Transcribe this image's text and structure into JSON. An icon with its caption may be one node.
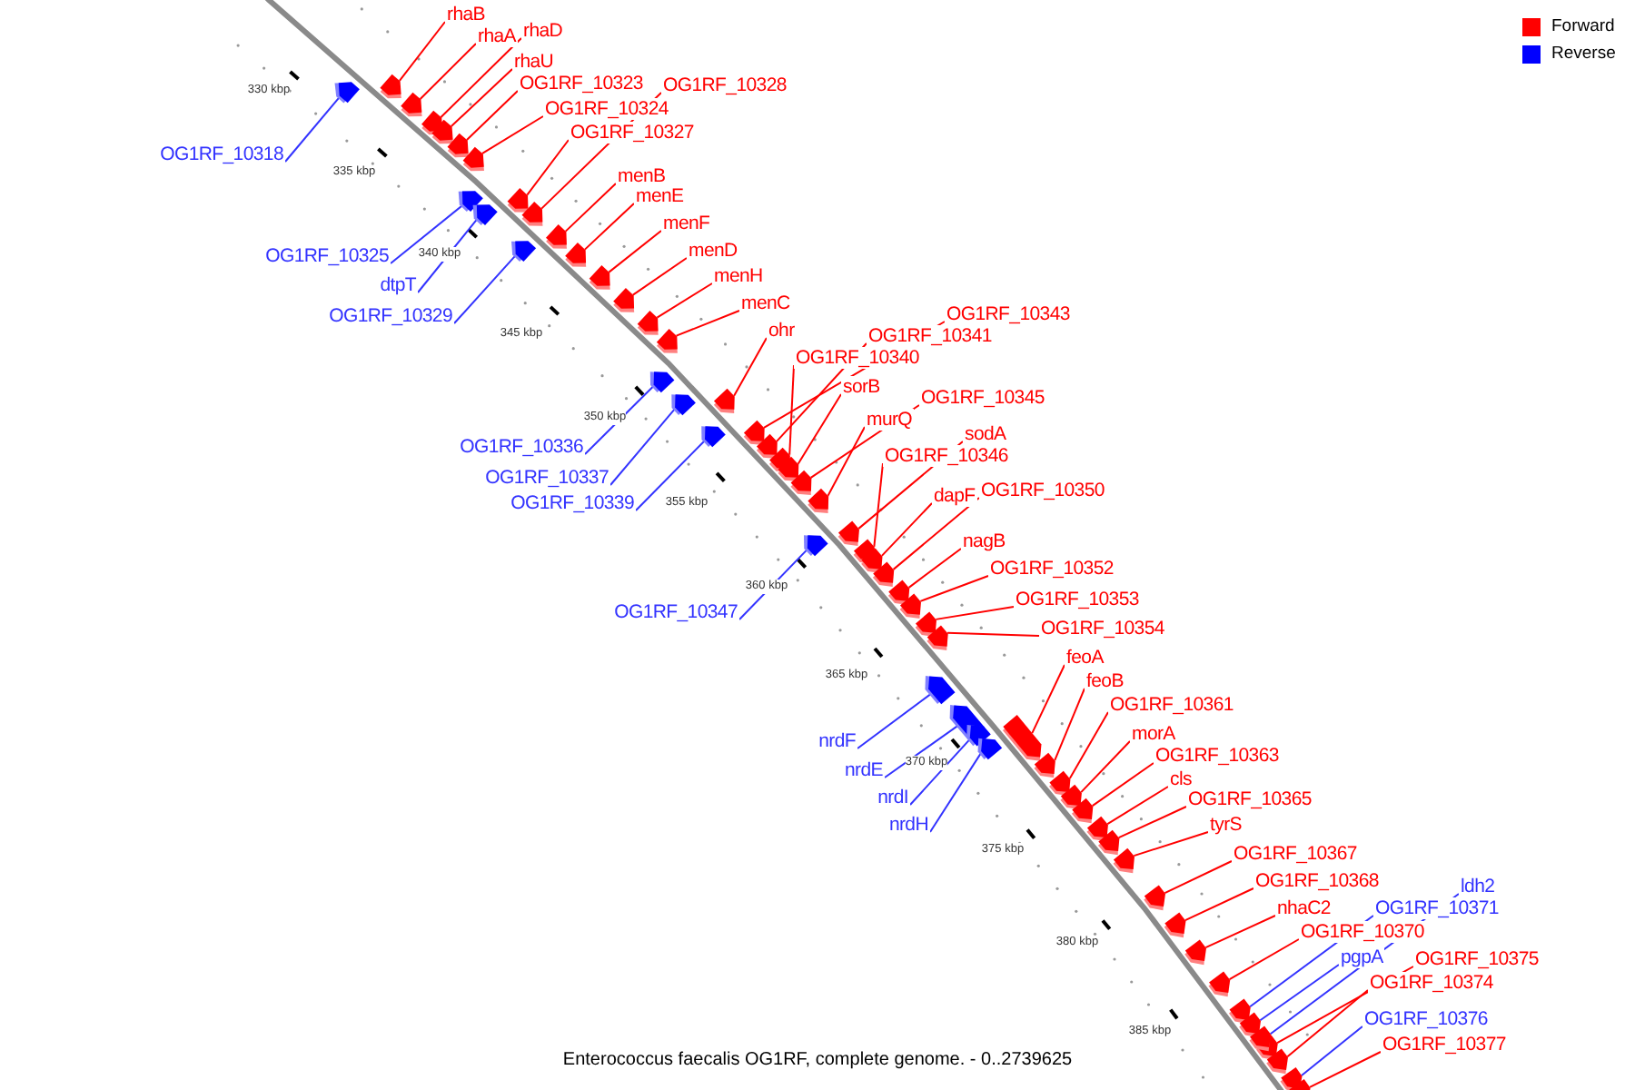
{
  "diagram": {
    "caption": "Enterococcus faecalis OG1RF, complete genome. - 0..2739625",
    "nodes": [
      {
        "text": [
          "rhaB"
        ]
      },
      {
        "text": [
          "rhaD"
        ]
      },
      {
        "text": [
          "rhaA"
        ]
      },
      {
        "text": [
          "rhaU"
        ]
      },
      {
        "text": [
          "OG1RF_10323"
        ]
      },
      {
        "text": [
          "OG1RF_10328"
        ]
      },
      {
        "text": [
          "OG1RF_10324"
        ]
      },
      {
        "text": [
          "OG1RF_10327"
        ]
      },
      {
        "text": [
          "OG1RF_10318"
        ]
      },
      {
        "text": [
          "menB"
        ]
      },
      {
        "text": [
          "menE"
        ]
      },
      {
        "text": [
          "menF"
        ]
      },
      {
        "text": [
          "menD"
        ]
      },
      {
        "text": [
          "OG1RF_10325"
        ]
      },
      {
        "text": [
          "menH"
        ]
      },
      {
        "text": [
          "dtpT"
        ]
      },
      {
        "text": [
          "menC"
        ]
      },
      {
        "text": [
          "OG1RF_10343"
        ]
      },
      {
        "text": [
          "OG1RF_10329"
        ]
      },
      {
        "text": [
          "ohr"
        ]
      },
      {
        "text": [
          "OG1RF_10341"
        ]
      },
      {
        "text": [
          "OG1RF_10340"
        ]
      },
      {
        "text": [
          "sorB"
        ]
      },
      {
        "text": [
          "OG1RF_10345"
        ]
      },
      {
        "text": [
          "murQ"
        ]
      },
      {
        "text": [
          "sodA"
        ]
      },
      {
        "text": [
          "OG1RF_10336"
        ]
      },
      {
        "text": [
          "OG1RF_10346"
        ]
      },
      {
        "text": [
          "OG1RF_10337"
        ]
      },
      {
        "text": [
          "OG1RF_10350"
        ]
      },
      {
        "text": [
          "dapF"
        ]
      },
      {
        "text": [
          "OG1RF_10339"
        ]
      },
      {
        "text": [
          "nagB"
        ]
      },
      {
        "text": [
          "OG1RF_10352"
        ]
      },
      {
        "text": [
          "OG1RF_10353"
        ]
      },
      {
        "text": [
          "OG1RF_10347"
        ]
      },
      {
        "text": [
          "OG1RF_10354"
        ]
      },
      {
        "text": [
          "feoA"
        ]
      },
      {
        "text": [
          "feoB"
        ]
      },
      {
        "text": [
          "OG1RF_10361"
        ]
      },
      {
        "text": [
          "morA"
        ]
      },
      {
        "text": [
          "nrdF"
        ]
      },
      {
        "text": [
          "OG1RF_10363"
        ]
      },
      {
        "text": [
          "nrdE"
        ]
      },
      {
        "text": [
          "cls"
        ]
      },
      {
        "text": [
          "nrdI"
        ]
      },
      {
        "text": [
          "OG1RF_10365"
        ]
      },
      {
        "text": [
          "tyrS"
        ]
      },
      {
        "text": [
          "nrdH"
        ]
      },
      {
        "text": [
          "OG1RF_10367"
        ]
      },
      {
        "text": [
          "OG1RF_10368"
        ]
      },
      {
        "text": [
          "ldh2"
        ]
      },
      {
        "text": [
          "OG1RF_10371"
        ]
      },
      {
        "text": [
          "nhaC2"
        ]
      },
      {
        "text": [
          "OG1RF_10370"
        ]
      },
      {
        "text": [
          "pgpA"
        ]
      },
      {
        "text": [
          "OG1RF_10375"
        ]
      },
      {
        "text": [
          "OG1RF_10374"
        ]
      },
      {
        "text": [
          "OG1RF_10376"
        ]
      },
      {
        "text": [
          "OG1RF_10377"
        ]
      },
      {
        "text": [],
        "shape": "arrow"
      },
      {
        "text": [],
        "shape": "arrow"
      },
      {
        "text": [],
        "shape": "arrow"
      },
      {
        "text": [],
        "shape": "arrow"
      },
      {
        "text": [],
        "shape": "arrow"
      },
      {
        "text": [],
        "shape": "arrow"
      },
      {
        "text": [],
        "shape": "arrow"
      },
      {
        "text": [],
        "shape": "arrow"
      },
      {
        "text": [],
        "shape": "arrow"
      },
      {
        "text": [],
        "shape": "arrow"
      },
      {
        "text": [],
        "shape": "arrow"
      },
      {
        "text": [],
        "shape": "arrow"
      },
      {
        "text": [],
        "shape": "arrow"
      },
      {
        "text": [],
        "shape": "arrow"
      },
      {
        "text": [],
        "shape": "arrow"
      },
      {
        "text": [],
        "shape": "arrow"
      },
      {
        "text": [],
        "shape": "arrow"
      },
      {
        "text": [],
        "shape": "arrow"
      },
      {
        "text": [],
        "shape": "arrow"
      },
      {
        "text": [],
        "shape": "arrow"
      },
      {
        "text": [],
        "shape": "arrow"
      },
      {
        "text": [],
        "shape": "arrow"
      },
      {
        "text": [],
        "shape": "arrow"
      },
      {
        "text": [],
        "shape": "arrow"
      },
      {
        "text": [],
        "shape": "arrow"
      },
      {
        "text": [],
        "shape": "arrow"
      },
      {
        "text": [],
        "shape": "arrow"
      },
      {
        "text": [],
        "shape": "arrow"
      },
      {
        "text": [],
        "shape": "arrow"
      },
      {
        "text": [],
        "shape": "arrow"
      },
      {
        "text": [],
        "shape": "arrow"
      },
      {
        "text": [],
        "shape": "arrow"
      },
      {
        "text": [],
        "shape": "arrow"
      },
      {
        "text": [],
        "shape": "arrow"
      },
      {
        "text": [],
        "shape": "arrow"
      },
      {
        "text": [],
        "shape": "arrow"
      },
      {
        "text": [],
        "shape": "arrow"
      },
      {
        "text": [],
        "shape": "arrow"
      },
      {
        "text": [],
        "shape": "arrow"
      },
      {
        "text": [],
        "shape": "arrow"
      },
      {
        "text": [],
        "shape": "arrow"
      },
      {
        "text": [],
        "shape": "arrow"
      },
      {
        "text": [],
        "shape": "arrow"
      },
      {
        "text": [],
        "shape": "arrow"
      },
      {
        "text": [],
        "shape": "arrow"
      },
      {
        "text": [],
        "shape": "arrow"
      },
      {
        "text": [],
        "shape": "arrow"
      },
      {
        "text": [],
        "shape": "arrow"
      },
      {
        "text": [],
        "shape": "arrow"
      },
      {
        "text": [],
        "shape": "arrow"
      },
      {
        "text": [],
        "shape": "arrow"
      },
      {
        "text": [],
        "shape": "arrow"
      },
      {
        "text": [],
        "shape": "arrow"
      },
      {
        "text": [],
        "shape": "arrow"
      },
      {
        "text": [],
        "shape": "arrow"
      },
      {
        "text": [],
        "shape": "arrow"
      },
      {
        "text": [],
        "shape": "arrow"
      },
      {
        "text": [],
        "shape": "arrow"
      },
      {
        "text": [],
        "shape": "arrow"
      },
      {
        "text": [],
        "shape": "arrow"
      }
    ],
    "edges": [
      {
        "from": 0,
        "to": 60,
        "arrow": "none"
      },
      {
        "from": 1,
        "to": 62,
        "arrow": "none"
      },
      {
        "from": 2,
        "to": 61,
        "arrow": "none"
      },
      {
        "from": 3,
        "to": 64,
        "arrow": "none"
      },
      {
        "from": 4,
        "to": 65,
        "arrow": "none"
      },
      {
        "from": 5,
        "to": 68,
        "arrow": "none"
      },
      {
        "from": 6,
        "to": 66,
        "arrow": "none"
      },
      {
        "from": 7,
        "to": 67,
        "arrow": "none"
      },
      {
        "from": 8,
        "to": 63,
        "arrow": "none",
        "color": "#3333ff"
      },
      {
        "from": 9,
        "to": 69,
        "arrow": "none"
      },
      {
        "from": 10,
        "to": 72,
        "arrow": "none"
      },
      {
        "from": 11,
        "to": 73,
        "arrow": "none"
      },
      {
        "from": 12,
        "to": 75,
        "arrow": "none"
      },
      {
        "from": 13,
        "to": 70,
        "arrow": "none",
        "color": "#3333ff"
      },
      {
        "from": 14,
        "to": 76,
        "arrow": "none"
      },
      {
        "from": 15,
        "to": 71,
        "arrow": "none",
        "color": "#3333ff"
      },
      {
        "from": 16,
        "to": 77,
        "arrow": "none"
      },
      {
        "from": 17,
        "to": 80,
        "arrow": "none"
      },
      {
        "from": 18,
        "to": 74,
        "arrow": "none",
        "color": "#3333ff"
      },
      {
        "from": 19,
        "to": 78,
        "arrow": "none"
      },
      {
        "from": 20,
        "to": 82,
        "arrow": "none"
      },
      {
        "from": 21,
        "to": 83,
        "arrow": "none"
      },
      {
        "from": 22,
        "to": 85,
        "arrow": "none"
      },
      {
        "from": 23,
        "to": 86,
        "arrow": "none"
      },
      {
        "from": 24,
        "to": 87,
        "arrow": "none"
      },
      {
        "from": 25,
        "to": 88,
        "arrow": "none"
      },
      {
        "from": 26,
        "to": 79,
        "arrow": "none",
        "color": "#3333ff"
      },
      {
        "from": 27,
        "to": 89,
        "arrow": "none"
      },
      {
        "from": 28,
        "to": 81,
        "arrow": "none",
        "color": "#3333ff"
      },
      {
        "from": 29,
        "to": 91,
        "arrow": "none"
      },
      {
        "from": 30,
        "to": 90,
        "arrow": "none"
      },
      {
        "from": 31,
        "to": 84,
        "arrow": "none",
        "color": "#3333ff"
      },
      {
        "from": 32,
        "to": 93,
        "arrow": "none"
      },
      {
        "from": 33,
        "to": 94,
        "arrow": "none"
      },
      {
        "from": 34,
        "to": 95,
        "arrow": "none"
      },
      {
        "from": 35,
        "to": 92,
        "arrow": "none",
        "color": "#3333ff"
      },
      {
        "from": 36,
        "to": 96,
        "arrow": "none"
      },
      {
        "from": 37,
        "to": 98,
        "arrow": "none"
      },
      {
        "from": 38,
        "to": 100,
        "arrow": "none"
      },
      {
        "from": 39,
        "to": 103,
        "arrow": "none"
      },
      {
        "from": 40,
        "to": 104,
        "arrow": "none"
      },
      {
        "from": 41,
        "to": 97,
        "arrow": "none",
        "color": "#3333ff"
      },
      {
        "from": 42,
        "to": 105,
        "arrow": "none"
      },
      {
        "from": 43,
        "to": 99,
        "arrow": "none",
        "color": "#3333ff"
      },
      {
        "from": 44,
        "to": 106,
        "arrow": "none"
      },
      {
        "from": 45,
        "to": 101,
        "arrow": "none",
        "color": "#3333ff"
      },
      {
        "from": 46,
        "to": 107,
        "arrow": "none"
      },
      {
        "from": 47,
        "to": 108,
        "arrow": "none"
      },
      {
        "from": 48,
        "to": 102,
        "arrow": "none",
        "color": "#3333ff"
      },
      {
        "from": 49,
        "to": 109,
        "arrow": "none"
      },
      {
        "from": 50,
        "to": 110,
        "arrow": "none"
      },
      {
        "from": 51,
        "to": 116,
        "arrow": "none",
        "color": "#3333ff"
      },
      {
        "from": 52,
        "to": 113,
        "arrow": "none",
        "color": "#3333ff"
      },
      {
        "from": 53,
        "to": 111,
        "arrow": "none"
      },
      {
        "from": 54,
        "to": 112,
        "arrow": "none"
      },
      {
        "from": 55,
        "to": 114,
        "arrow": "none",
        "color": "#3333ff"
      },
      {
        "from": 56,
        "to": 115,
        "arrow": "none"
      },
      {
        "from": 57,
        "to": 117,
        "arrow": "none"
      },
      {
        "from": 58,
        "to": 118,
        "arrow": "none",
        "color": "#3333ff"
      },
      {
        "from": 59,
        "to": 119,
        "arrow": "none"
      }
    ],
    "labels": [
      "330 kbp",
      "335 kbp",
      "340 kbp",
      "345 kbp",
      "350 kbp",
      "355 kbp",
      "360 kbp",
      "365 kbp",
      "370 kbp",
      "375 kbp",
      "380 kbp",
      "385 kbp"
    ],
    "legend": [
      {
        "text": "Forward",
        "color": "#ff0000"
      },
      {
        "text": "Reverse",
        "color": "#0000ff"
      }
    ]
  }
}
